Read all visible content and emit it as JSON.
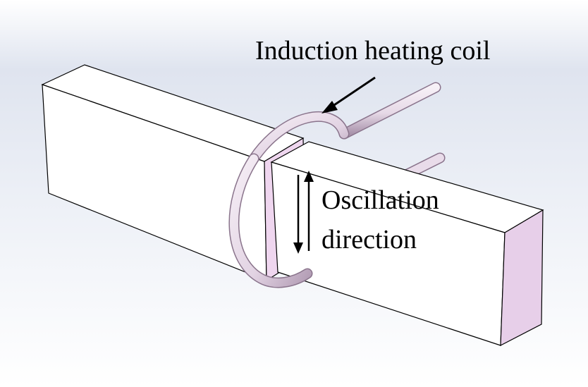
{
  "annotations": {
    "coil_label": "Induction heating coil",
    "oscillation_line1": "Oscillation",
    "oscillation_line2": "direction"
  },
  "colors": {
    "background_top": "#dfe4ef",
    "background_bottom": "#ffffff",
    "block_face": "#ffffff",
    "block_end_face": "#e7cfe9",
    "joint_face": "#efd6ef",
    "coil_light": "#f4ecf4",
    "coil_dark": "#b9a5bb",
    "edge": "#000000"
  }
}
